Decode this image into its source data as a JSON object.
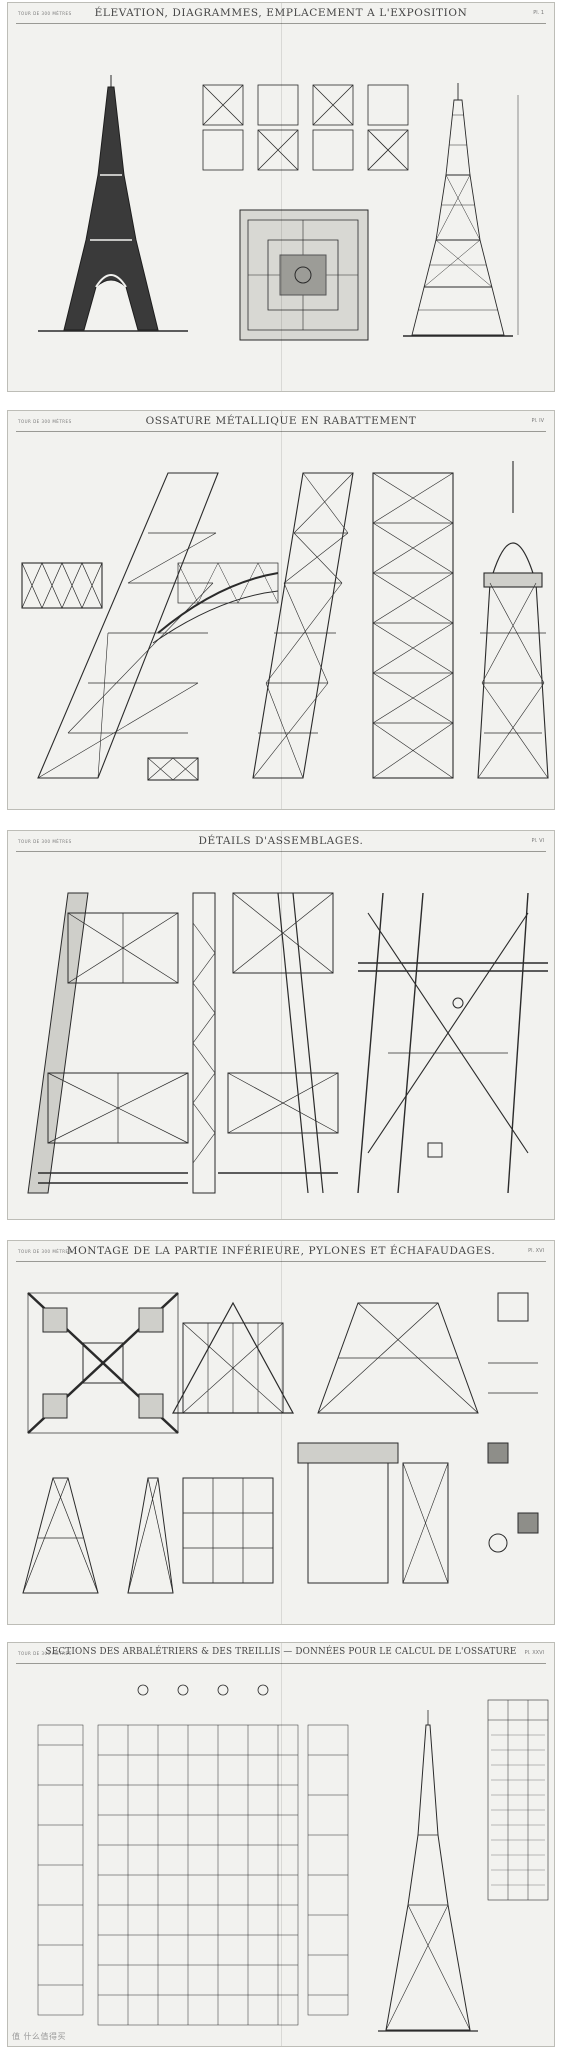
{
  "plates": [
    {
      "id": "p1",
      "title": "ÉLEVATION, DIAGRAMMES, EMPLACEMENT A L'EXPOSITION",
      "left_header": "TOUR DE 300 MÈTRES",
      "right_header": "Pl. 1"
    },
    {
      "id": "p2",
      "title": "OSSATURE MÉTALLIQUE EN RABATTEMENT",
      "left_header": "TOUR DE 300 MÈTRES",
      "right_header": "Pl. IV"
    },
    {
      "id": "p3",
      "title": "DÉTAILS D'ASSEMBLAGES.",
      "left_header": "TOUR DE 300 MÈTRES",
      "right_header": "Pl. VI"
    },
    {
      "id": "p4",
      "title": "MONTAGE DE LA PARTIE INFÉRIEURE, PYLONES ET ÉCHAFAUDAGES.",
      "left_header": "TOUR DE 300 MÈTRES",
      "right_header": "Pl. XVI"
    },
    {
      "id": "p5",
      "title": "SECTIONS DES ARBALÉTRIERS & DES TREILLIS — DONNÉES POUR LE CALCUL DE L'OSSATURE",
      "left_header": "TOUR DE 300 MÈTRES",
      "right_header": "Pl. XXVI"
    }
  ],
  "watermark": "值 什么值得买"
}
